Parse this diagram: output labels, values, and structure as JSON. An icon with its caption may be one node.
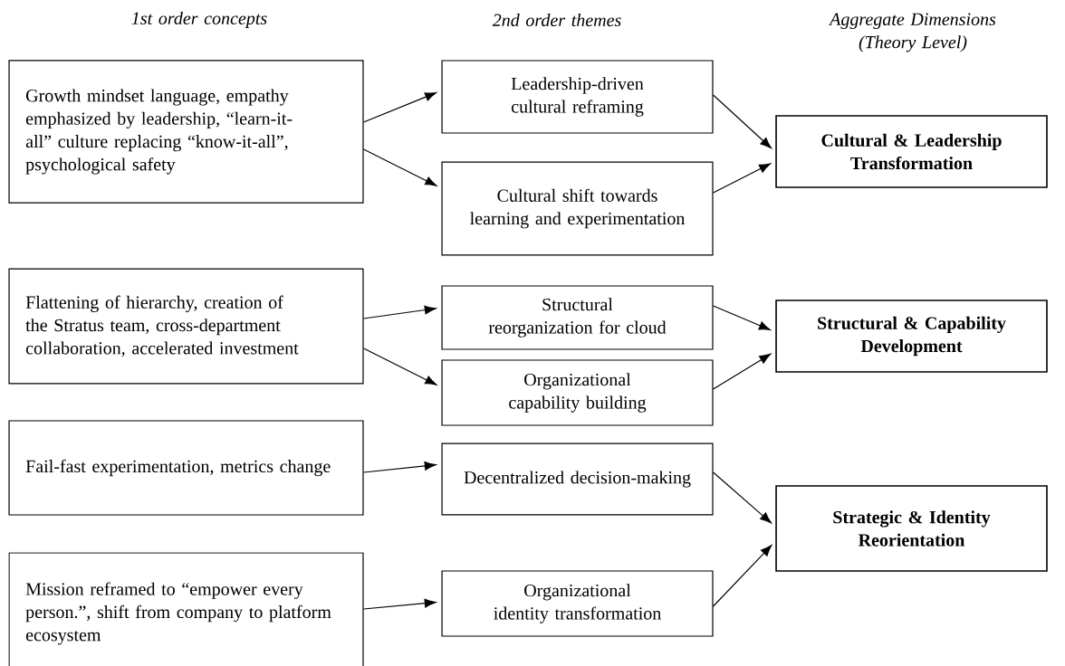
{
  "diagram": {
    "nodes": [
      {
        "text": [
          "Growth mindset language, empathy emphasized by leadership, “learn-it-all” culture replacing “know-it-all”, psychological safety"
        ]
      },
      {
        "text": [
          "Leadership-driven cultural reframing"
        ]
      },
      {
        "text": [
          "Cultural shift towards learning and experimentation"
        ]
      },
      {
        "text": [
          "Cultural & Leadership Transformation"
        ]
      },
      {
        "text": [
          "Flattening of hierarchy, creation of the Stratus team, cross-department collaboration, accelerated investment"
        ]
      },
      {
        "text": [
          "Structural reorganization for cloud"
        ]
      },
      {
        "text": [
          "Organizational capability building"
        ]
      },
      {
        "text": [
          "Structural & Capability Development"
        ]
      },
      {
        "text": [
          "Fail-fast experimentation, metrics change"
        ]
      },
      {
        "text": [
          "Decentralized decision-making"
        ]
      },
      {
        "text": [
          "Strategic & Identity Reorientation"
        ]
      },
      {
        "text": [
          "Mission reframed to “empower every person.”, shift from company to platform ecosystem"
        ]
      },
      {
        "text": [
          "Organizational identity transformation"
        ]
      }
    ],
    "edges": [
      {
        "from": 0,
        "to": 1,
        "arrow": "to"
      },
      {
        "from": 0,
        "to": 2,
        "arrow": "to"
      },
      {
        "from": 1,
        "to": 3,
        "arrow": "to"
      },
      {
        "from": 2,
        "to": 3,
        "arrow": "to"
      },
      {
        "from": 4,
        "to": 5,
        "arrow": "to"
      },
      {
        "from": 4,
        "to": 6,
        "arrow": "to"
      },
      {
        "from": 5,
        "to": 7,
        "arrow": "to"
      },
      {
        "from": 6,
        "to": 7,
        "arrow": "to"
      },
      {
        "from": 8,
        "to": 9,
        "arrow": "to"
      },
      {
        "from": 9,
        "to": 10,
        "arrow": "to"
      },
      {
        "from": 11,
        "to": 12,
        "arrow": "to"
      },
      {
        "from": 12,
        "to": 10,
        "arrow": "to"
      }
    ],
    "labels": [
      "1st order concepts",
      "2nd order themes",
      "Aggregate Dimensions (Theory Level)"
    ]
  }
}
